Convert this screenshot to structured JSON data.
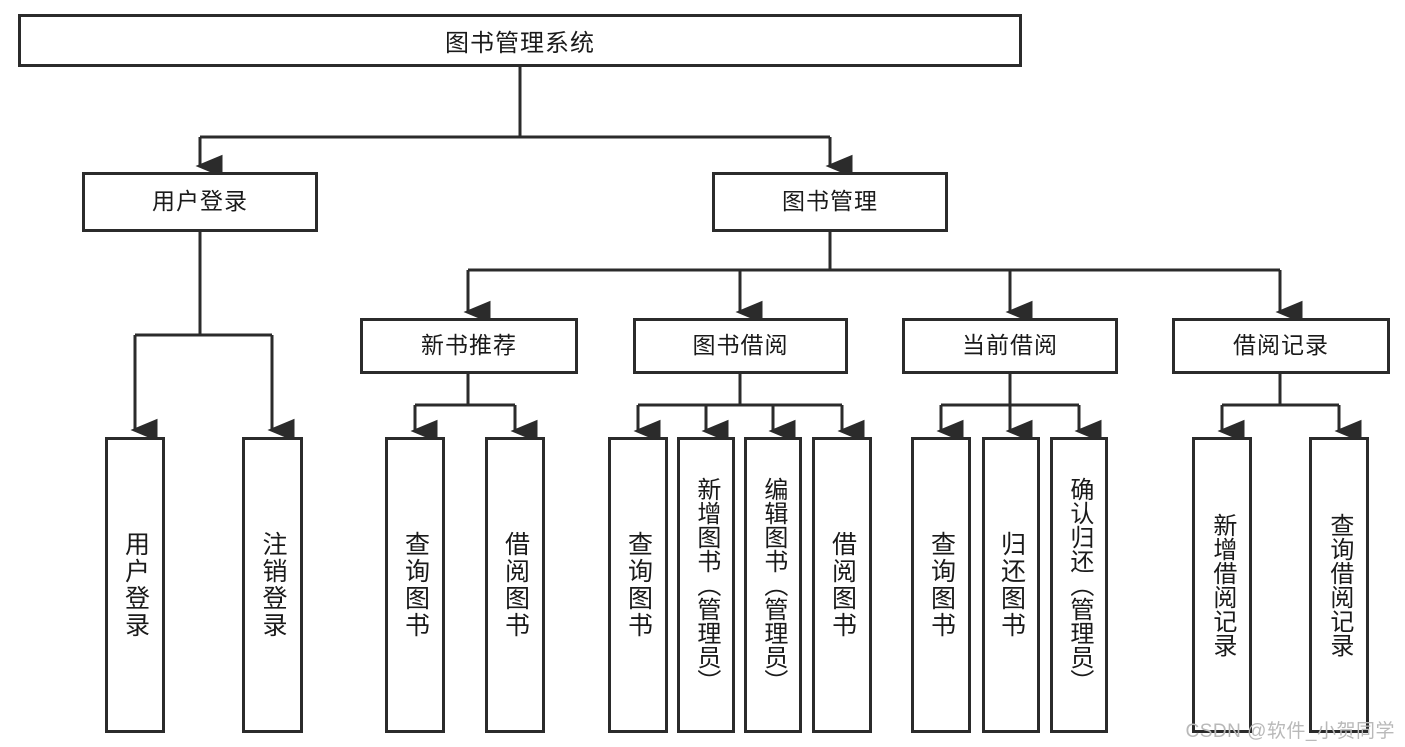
{
  "diagram": {
    "title": "图书管理系统",
    "watermark": "CSDN @软件_小贺同学",
    "colors": {
      "stroke": "#2b2b2b",
      "fill": "#ffffff",
      "text": "#1a1a1a",
      "watermark": "#b9b9b9"
    },
    "root": {
      "label": "图书管理系统"
    },
    "level1": [
      {
        "label": "用户登录"
      },
      {
        "label": "图书管理"
      }
    ],
    "level2": [
      {
        "label": "新书推荐"
      },
      {
        "label": "图书借阅"
      },
      {
        "label": "当前借阅"
      },
      {
        "label": "借阅记录"
      }
    ],
    "leaves": {
      "user_login": [
        {
          "label": "用户登录"
        },
        {
          "label": "注销登录"
        }
      ],
      "new_books": [
        {
          "label": "查询图书"
        },
        {
          "label": "借阅图书"
        }
      ],
      "borrow_books": [
        {
          "label": "查询图书"
        },
        {
          "label": "新增图书（管理员）"
        },
        {
          "label": "编辑图书（管理员）"
        },
        {
          "label": "借阅图书"
        }
      ],
      "current_borrow": [
        {
          "label": "查询图书"
        },
        {
          "label": "归还图书"
        },
        {
          "label": "确认归还（管理员）"
        }
      ],
      "borrow_records": [
        {
          "label": "新增借阅记录"
        },
        {
          "label": "查询借阅记录"
        }
      ]
    }
  }
}
